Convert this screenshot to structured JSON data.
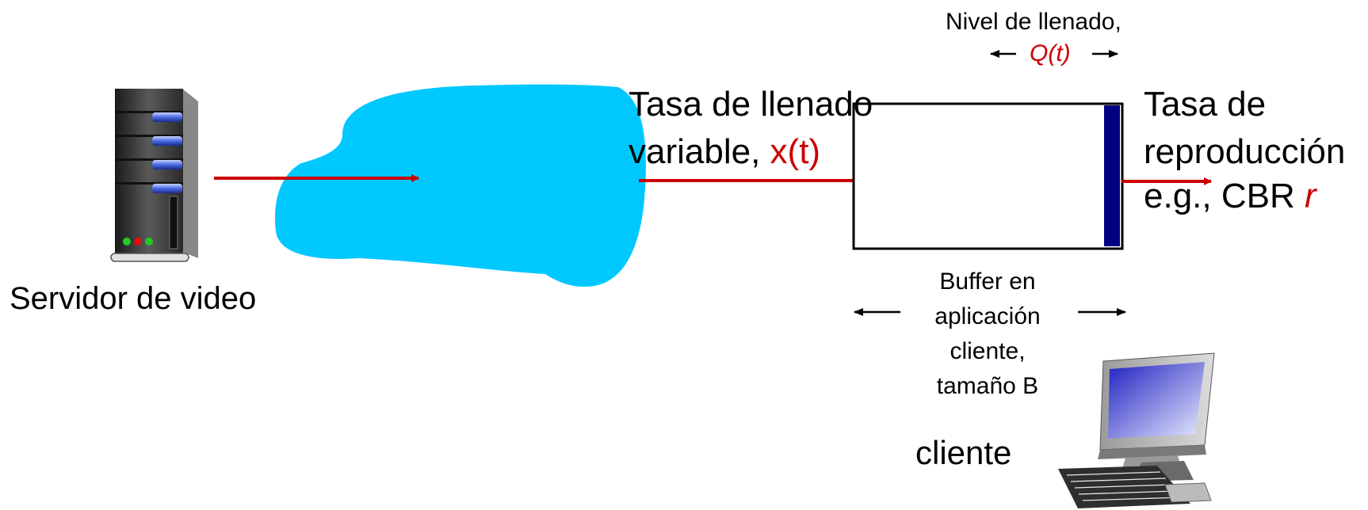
{
  "server": {
    "label": "Servidor de video",
    "icon": "server-tower-icon"
  },
  "network": {
    "icon": "network-cloud-icon"
  },
  "fill_rate": {
    "line1": "Tasa de llenado",
    "line2_prefix": "variable, ",
    "line2_var": "x(t)"
  },
  "fill_level": {
    "line1": "Nivel de llenado,",
    "var": "Q(t)"
  },
  "buffer": {
    "line1": "Buffer en",
    "line2": "aplicación",
    "line3": "cliente,",
    "line4": "tamaño B"
  },
  "playout": {
    "line1": "Tasa de",
    "line2": "reproducción",
    "line3_prefix": "e.g., CBR ",
    "line3_var": "r"
  },
  "client": {
    "label": "cliente",
    "icon": "desktop-computer-icon"
  },
  "colors": {
    "cloud": "#00c8ff",
    "arrow": "#cc0000",
    "buffer_fill": "#000080",
    "variable_text": "#cc0000"
  }
}
